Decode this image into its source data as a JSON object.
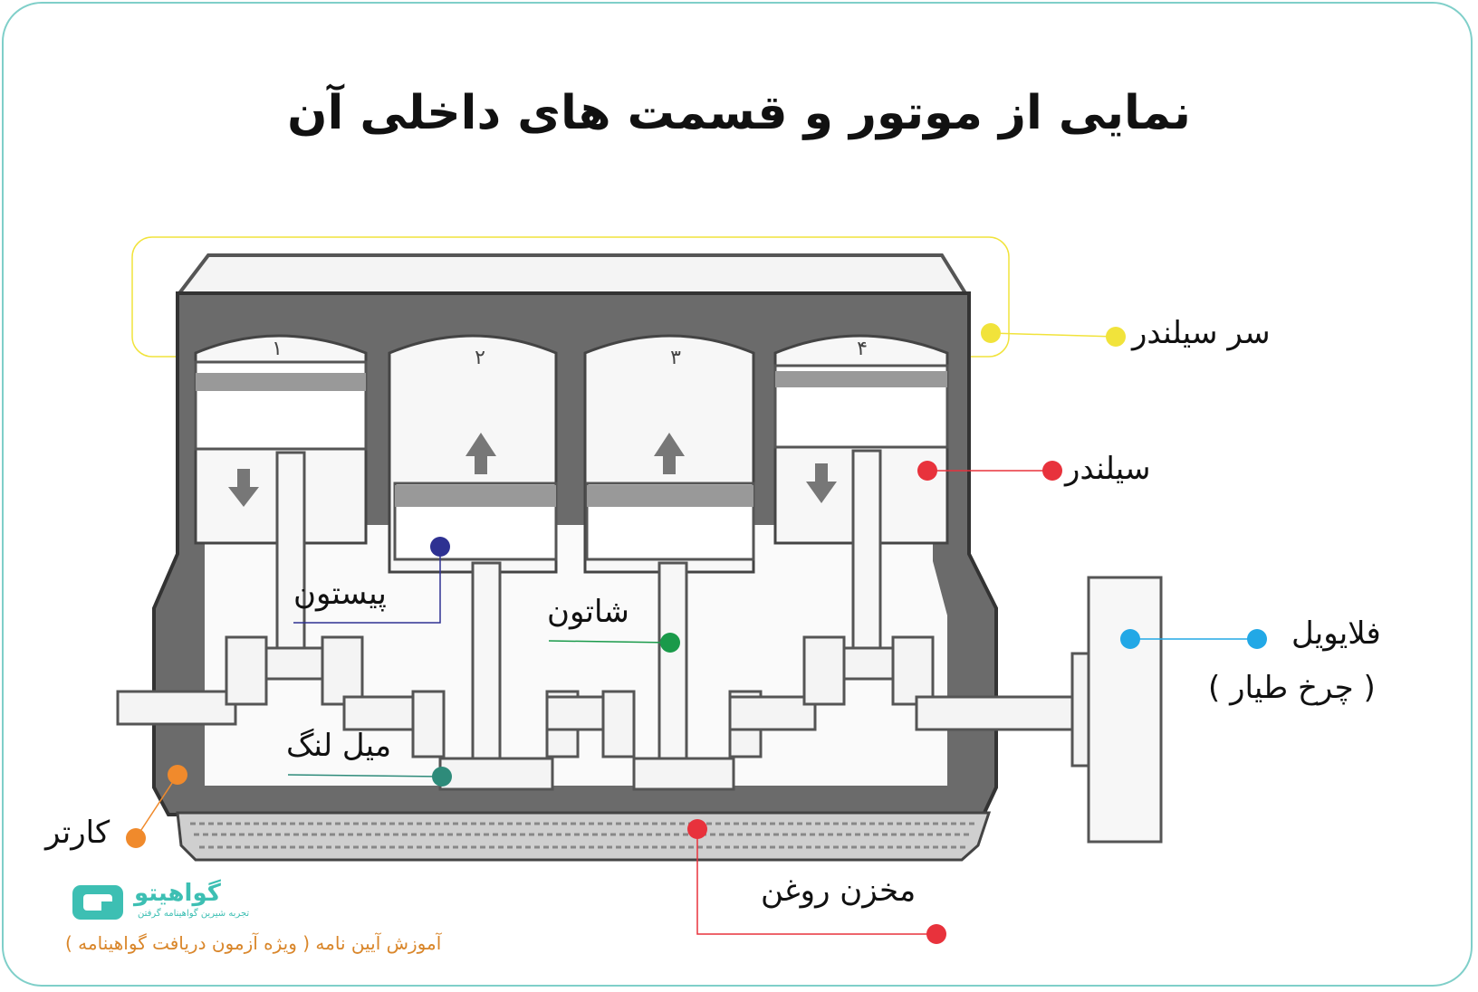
{
  "title": "نمایی از موتور و قسمت های داخلی آن",
  "labels": {
    "cylinder_head": "سر سیلندر",
    "cylinder": "سیلندر",
    "flywheel": "فلایویل",
    "flywheel_alt": "( چرخ طیار )",
    "piston": "پیستون",
    "connecting_rod": "شاتون",
    "crankshaft": "میل لنگ",
    "crankcase": "کارتر",
    "oil_pan": "مخزن روغن"
  },
  "cylinder_numbers": [
    "۱",
    "۲",
    "۳",
    "۴"
  ],
  "piston_directions": [
    "down",
    "up",
    "up",
    "down"
  ],
  "brand": {
    "name": "گواهیتو",
    "tagline": "تجربه شیرین گواهینامه گرفتن"
  },
  "caption": "آموزش آیین نامه ( ویژه آزمون دریافت گواهینامه )",
  "colors": {
    "cylinder_head": "#f1e33b",
    "cylinder": "#e8323c",
    "flywheel": "#22a8e6",
    "piston": "#2e3192",
    "connecting_rod": "#1a9a4a",
    "crankshaft": "#2e8b7a",
    "crankcase": "#f08a2c",
    "oil_pan": "#e8323c",
    "frame": "#7fcfc9",
    "brand": "#3dbfb3",
    "caption": "#d9862a"
  }
}
